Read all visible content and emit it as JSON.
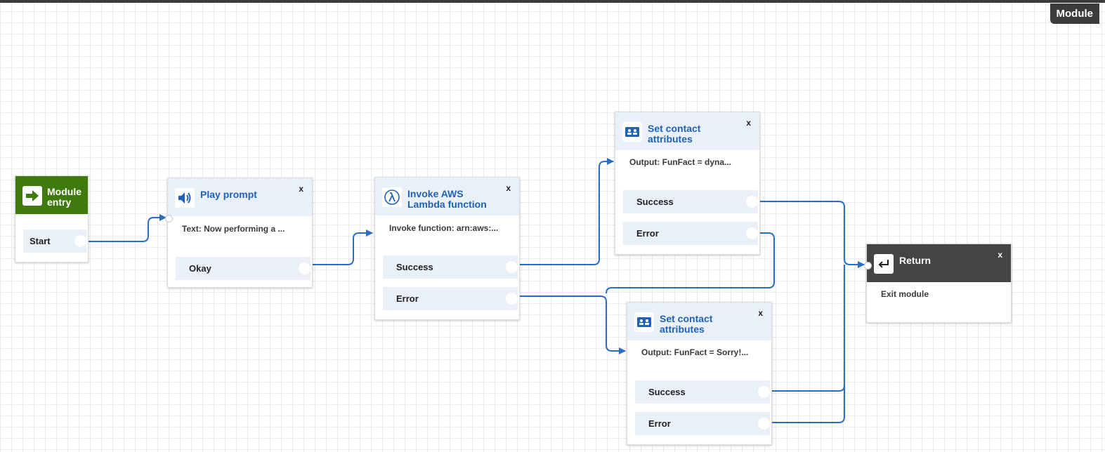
{
  "top_tag": "Module",
  "blocks": {
    "entry": {
      "title_line1": "Module",
      "title_line2": "entry",
      "branch": "Start",
      "icon": "arrow-right-icon",
      "color": "#3f7a0e"
    },
    "play_prompt": {
      "title": "Play prompt",
      "desc": "Text: Now performing a ...",
      "branch": "Okay",
      "icon": "speaker-icon",
      "close": "x"
    },
    "lambda": {
      "title_line1": "Invoke AWS",
      "title_line2": "Lambda function",
      "desc": "Invoke function: arn:aws:...",
      "branch_success": "Success",
      "branch_error": "Error",
      "icon": "lambda-icon",
      "close": "x"
    },
    "set_attr_1": {
      "title_line1": "Set contact",
      "title_line2": "attributes",
      "desc": "Output: FunFact = dyna...",
      "branch_success": "Success",
      "branch_error": "Error",
      "icon": "contact-card-icon",
      "close": "x"
    },
    "set_attr_2": {
      "title_line1": "Set contact",
      "title_line2": "attributes",
      "desc": "Output: FunFact = Sorry!...",
      "branch_success": "Success",
      "branch_error": "Error",
      "icon": "contact-card-icon",
      "close": "x"
    },
    "return": {
      "title": "Return",
      "desc": "Exit module",
      "icon": "return-arrow-icon",
      "close": "x",
      "color": "#444444"
    }
  },
  "colors": {
    "accent": "#1f62b8",
    "connector": "#2b6cc4",
    "header_bg": "#e9f0f8",
    "entry_green": "#3f7a0e",
    "return_dark": "#444444"
  }
}
